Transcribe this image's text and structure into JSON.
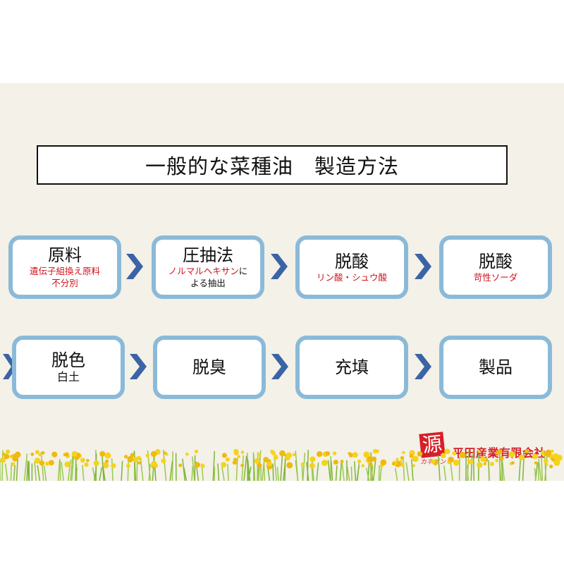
{
  "title": "一般的な菜種油　製造方法",
  "row1": [
    {
      "name": "原料",
      "sub": [
        "遺伝子組換え原料",
        "不分別"
      ]
    },
    {
      "name": "圧抽法",
      "sub_red": "ノルマルヘキサン",
      "sub_black": "に",
      "sub2": "よる抽出"
    },
    {
      "name": "脱酸",
      "sub": [
        "リン酸・シュウ酸"
      ]
    },
    {
      "name": "脱酸",
      "sub": [
        "苛性ソーダ"
      ]
    }
  ],
  "row2": [
    {
      "name": "脱色",
      "sub": "白土"
    },
    {
      "name": "脱臭"
    },
    {
      "name": "充填"
    },
    {
      "name": "製品"
    }
  ],
  "logo": {
    "mark": "源",
    "kana": "カネゲン"
  },
  "company": "平田産業有限会社",
  "colors": {
    "box_border": "#8bbad8",
    "arrow": "#3b64a6",
    "accent_red": "#d0121b",
    "background": "#f3f1e8"
  }
}
